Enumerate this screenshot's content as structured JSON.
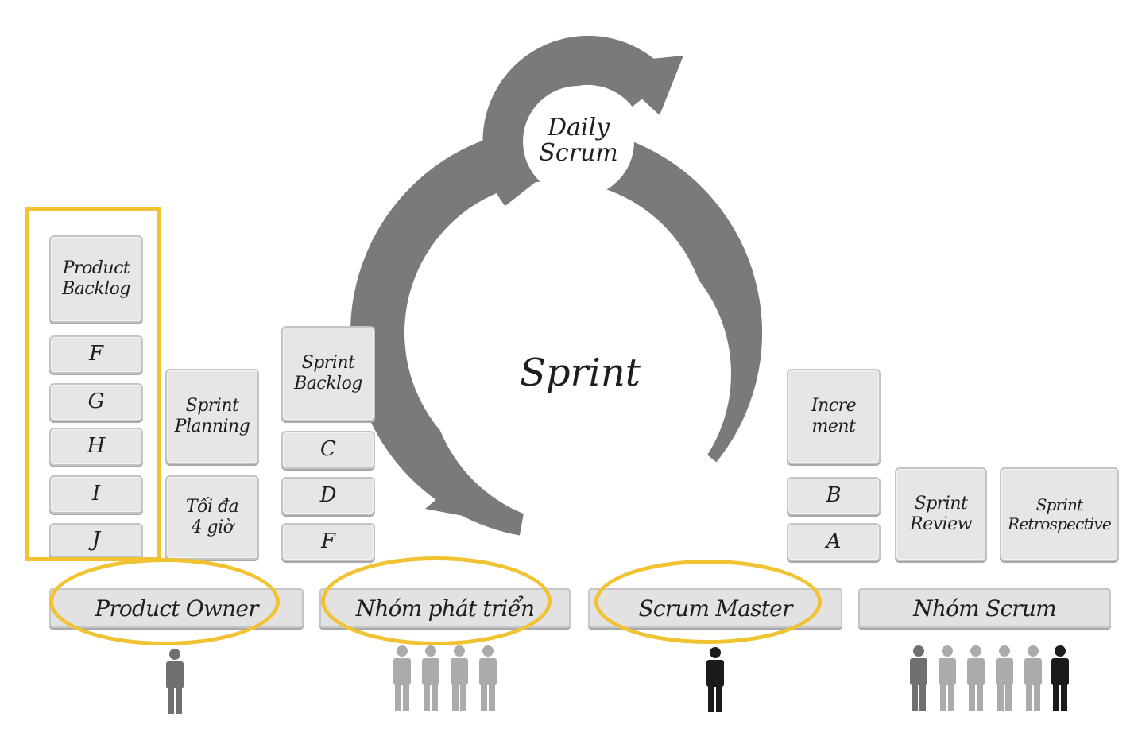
{
  "loop": {
    "daily_label_1": "Daily",
    "daily_label_2": "Scrum",
    "sprint_label": "Sprint",
    "arrow_color": "#7a7a7a"
  },
  "product_backlog": {
    "title_1": "Product",
    "title_2": "Backlog",
    "items": [
      "F",
      "G",
      "H",
      "I",
      "J"
    ]
  },
  "sprint_planning": {
    "title_1": "Sprint",
    "title_2": "Planning",
    "note_1": "Tối đa",
    "note_2": "4 giờ"
  },
  "sprint_backlog": {
    "title_1": "Sprint",
    "title_2": "Backlog",
    "items": [
      "C",
      "D",
      "F"
    ]
  },
  "increment": {
    "title_1": "Incre",
    "title_2": "ment",
    "items": [
      "B",
      "A"
    ]
  },
  "sprint_review": {
    "title_1": "Sprint",
    "title_2": "Review"
  },
  "sprint_retrospective": {
    "title_1": "Sprint",
    "title_2": "Retrospective"
  },
  "roles": {
    "product_owner": "Product Owner",
    "dev_team": "Nhóm phát triển",
    "scrum_master": "Scrum Master",
    "scrum_team": "Nhóm Scrum"
  },
  "colors": {
    "highlight": "#f1c232",
    "card_bg": "#e6e6e6",
    "person_dark": "#1b1b1b",
    "person_mid": "#707070",
    "person_light": "#ababab"
  }
}
